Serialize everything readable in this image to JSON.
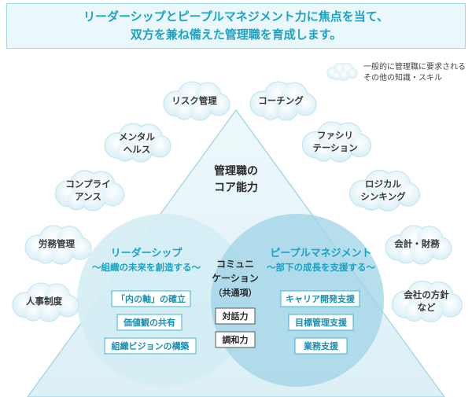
{
  "header": {
    "line1": "リーダーシップとピープルマネジメント力に焦点を当て、",
    "line2": "双方を兼ね備えた管理職を育成します。"
  },
  "legend": {
    "line1": "一般的に管理職に要求される",
    "line2": "その他の知識・スキル"
  },
  "core": {
    "line1": "管理職の",
    "line2": "コア能力"
  },
  "clouds": [
    {
      "lines": [
        "リスク管理"
      ]
    },
    {
      "lines": [
        "コーチング"
      ]
    },
    {
      "lines": [
        "メンタル",
        "ヘルス"
      ]
    },
    {
      "lines": [
        "ファシリ",
        "テーション"
      ]
    },
    {
      "lines": [
        "コンプライ",
        "アンス"
      ]
    },
    {
      "lines": [
        "ロジカル",
        "シンキング"
      ]
    },
    {
      "lines": [
        "労務管理"
      ]
    },
    {
      "lines": [
        "会計・財務"
      ]
    },
    {
      "lines": [
        "人事制度"
      ]
    },
    {
      "lines": [
        "会社の方針",
        "など"
      ]
    }
  ],
  "leadership": {
    "title": "リーダーシップ",
    "subtitle": "～組織の未来を創造する～",
    "items": [
      "「内の軸」の確立",
      "価値観の共有",
      "組織ビジョンの構築"
    ]
  },
  "people": {
    "title": "ピープルマネジメント",
    "subtitle": "～部下の成長を支援する～",
    "items": [
      "キャリア開発支援",
      "目標管理支援",
      "業務支援"
    ]
  },
  "communication": {
    "line1": "コミュニ",
    "line2": "ケーション",
    "sub": "（共通項）",
    "items": [
      "対話力",
      "調和力"
    ]
  },
  "colors": {
    "accent": "#1aa3c4",
    "header_bg": "#eaf8fb",
    "circle_left": "#d4edf4",
    "circle_right": "#9fd3e6"
  }
}
